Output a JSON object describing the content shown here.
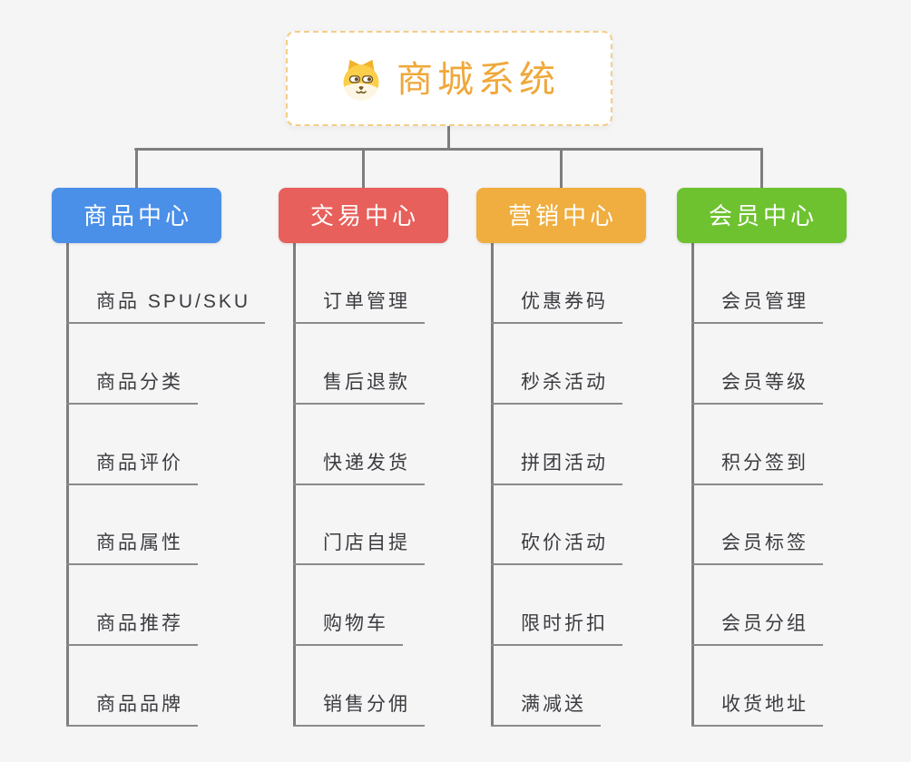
{
  "root": {
    "title": "商城系统",
    "icon": "dog-face-icon",
    "accent_color": "#efa83a",
    "border_color": "#f4cd87"
  },
  "colors": {
    "background": "#f5f5f6",
    "connector": "#7e7e7e",
    "underline": "#8a8a8a",
    "topic_text": "#3c3c40"
  },
  "branches": [
    {
      "label": "商品中心",
      "color": "#4a8fe8",
      "children": [
        "商品 SPU/SKU",
        "商品分类",
        "商品评价",
        "商品属性",
        "商品推荐",
        "商品品牌"
      ]
    },
    {
      "label": "交易中心",
      "color": "#e7605b",
      "children": [
        "订单管理",
        "售后退款",
        "快递发货",
        "门店自提",
        "购物车",
        "销售分佣"
      ]
    },
    {
      "label": "营销中心",
      "color": "#efae3f",
      "children": [
        "优惠券码",
        "秒杀活动",
        "拼团活动",
        "砍价活动",
        "限时折扣",
        "满减送"
      ]
    },
    {
      "label": "会员中心",
      "color": "#6ec230",
      "children": [
        "会员管理",
        "会员等级",
        "积分签到",
        "会员标签",
        "会员分组",
        "收货地址"
      ]
    }
  ]
}
